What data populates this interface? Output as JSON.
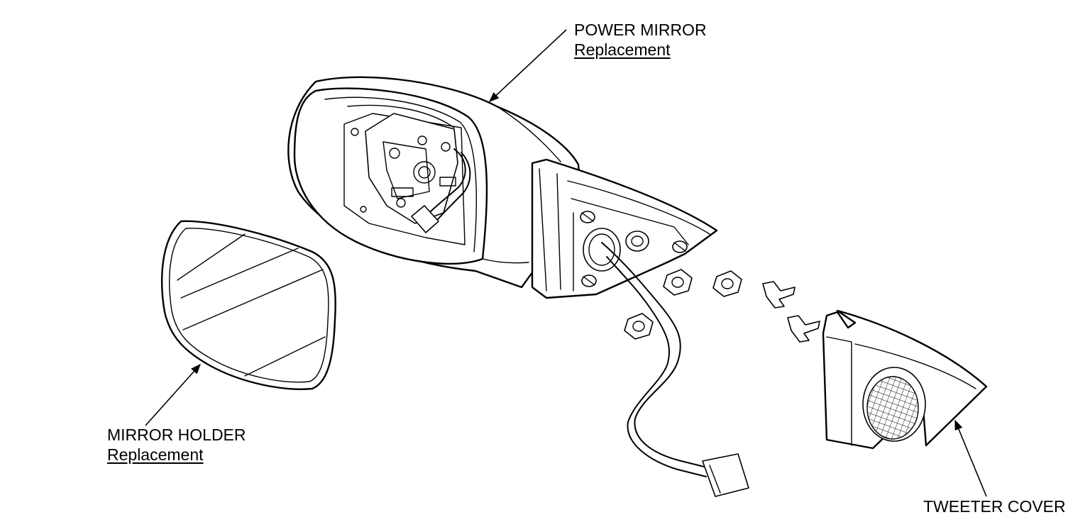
{
  "labels": {
    "power_mirror": {
      "title": "POWER MIRROR",
      "sub": "Replacement"
    },
    "mirror_holder": {
      "title": "MIRROR HOLDER",
      "sub": "Replacement"
    },
    "tweeter_cover": {
      "title": "TWEETER COVER"
    }
  }
}
